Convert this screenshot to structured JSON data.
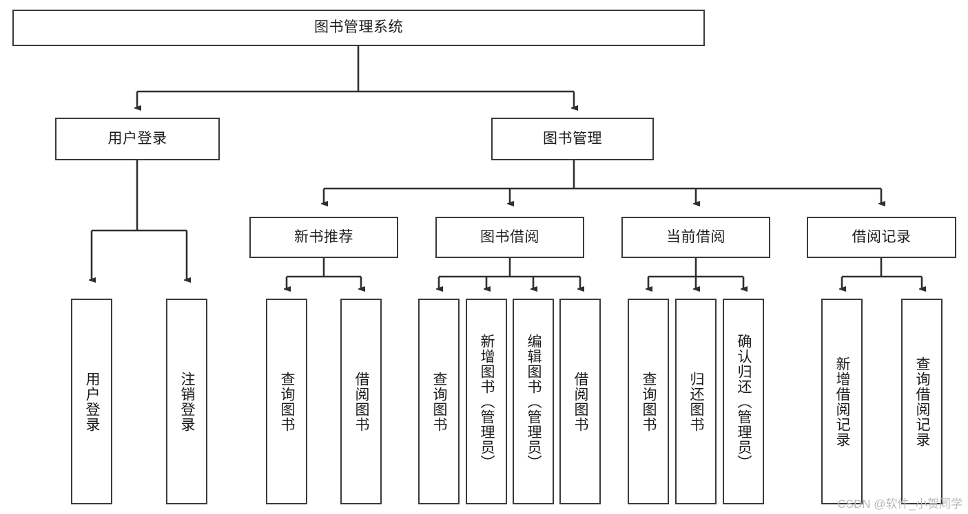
{
  "diagram": {
    "type": "tree-hierarchy",
    "title": "图书管理系统",
    "watermark": "CSDN @软件_小贺同学",
    "nodes": {
      "root": {
        "label": "图书管理系统"
      },
      "level2": [
        {
          "id": "user-login",
          "label": "用户登录"
        },
        {
          "id": "book-manage",
          "label": "图书管理"
        }
      ],
      "level3": [
        {
          "id": "new-book-recommend",
          "label": "新书推荐"
        },
        {
          "id": "book-borrow",
          "label": "图书借阅"
        },
        {
          "id": "current-borrow",
          "label": "当前借阅"
        },
        {
          "id": "borrow-record",
          "label": "借阅记录"
        }
      ],
      "leaves": {
        "user-login": [
          {
            "id": "leaf-user-login",
            "label": "用户登录"
          },
          {
            "id": "leaf-user-logout",
            "label": "注销登录"
          }
        ],
        "new-book-recommend": [
          {
            "id": "leaf-query-book-1",
            "label": "查询图书"
          },
          {
            "id": "leaf-borrow-book-1",
            "label": "借阅图书"
          }
        ],
        "book-borrow": [
          {
            "id": "leaf-query-book-2",
            "label": "查询图书"
          },
          {
            "id": "leaf-add-book",
            "label": "新增图书（管理员）"
          },
          {
            "id": "leaf-edit-book",
            "label": "编辑图书（管理员）"
          },
          {
            "id": "leaf-borrow-book-2",
            "label": "借阅图书"
          }
        ],
        "current-borrow": [
          {
            "id": "leaf-query-book-3",
            "label": "查询图书"
          },
          {
            "id": "leaf-return-book",
            "label": "归还图书"
          },
          {
            "id": "leaf-confirm-return",
            "label": "确认归还（管理员）"
          }
        ],
        "borrow-record": [
          {
            "id": "leaf-add-record",
            "label": "新增借阅记录"
          },
          {
            "id": "leaf-query-record",
            "label": "查询借阅记录"
          }
        ]
      }
    },
    "colors": {
      "stroke": "#3a3a3a",
      "fill": "#ffffff",
      "text": "#1c1c1c",
      "watermark": "#b8b8b8"
    }
  }
}
